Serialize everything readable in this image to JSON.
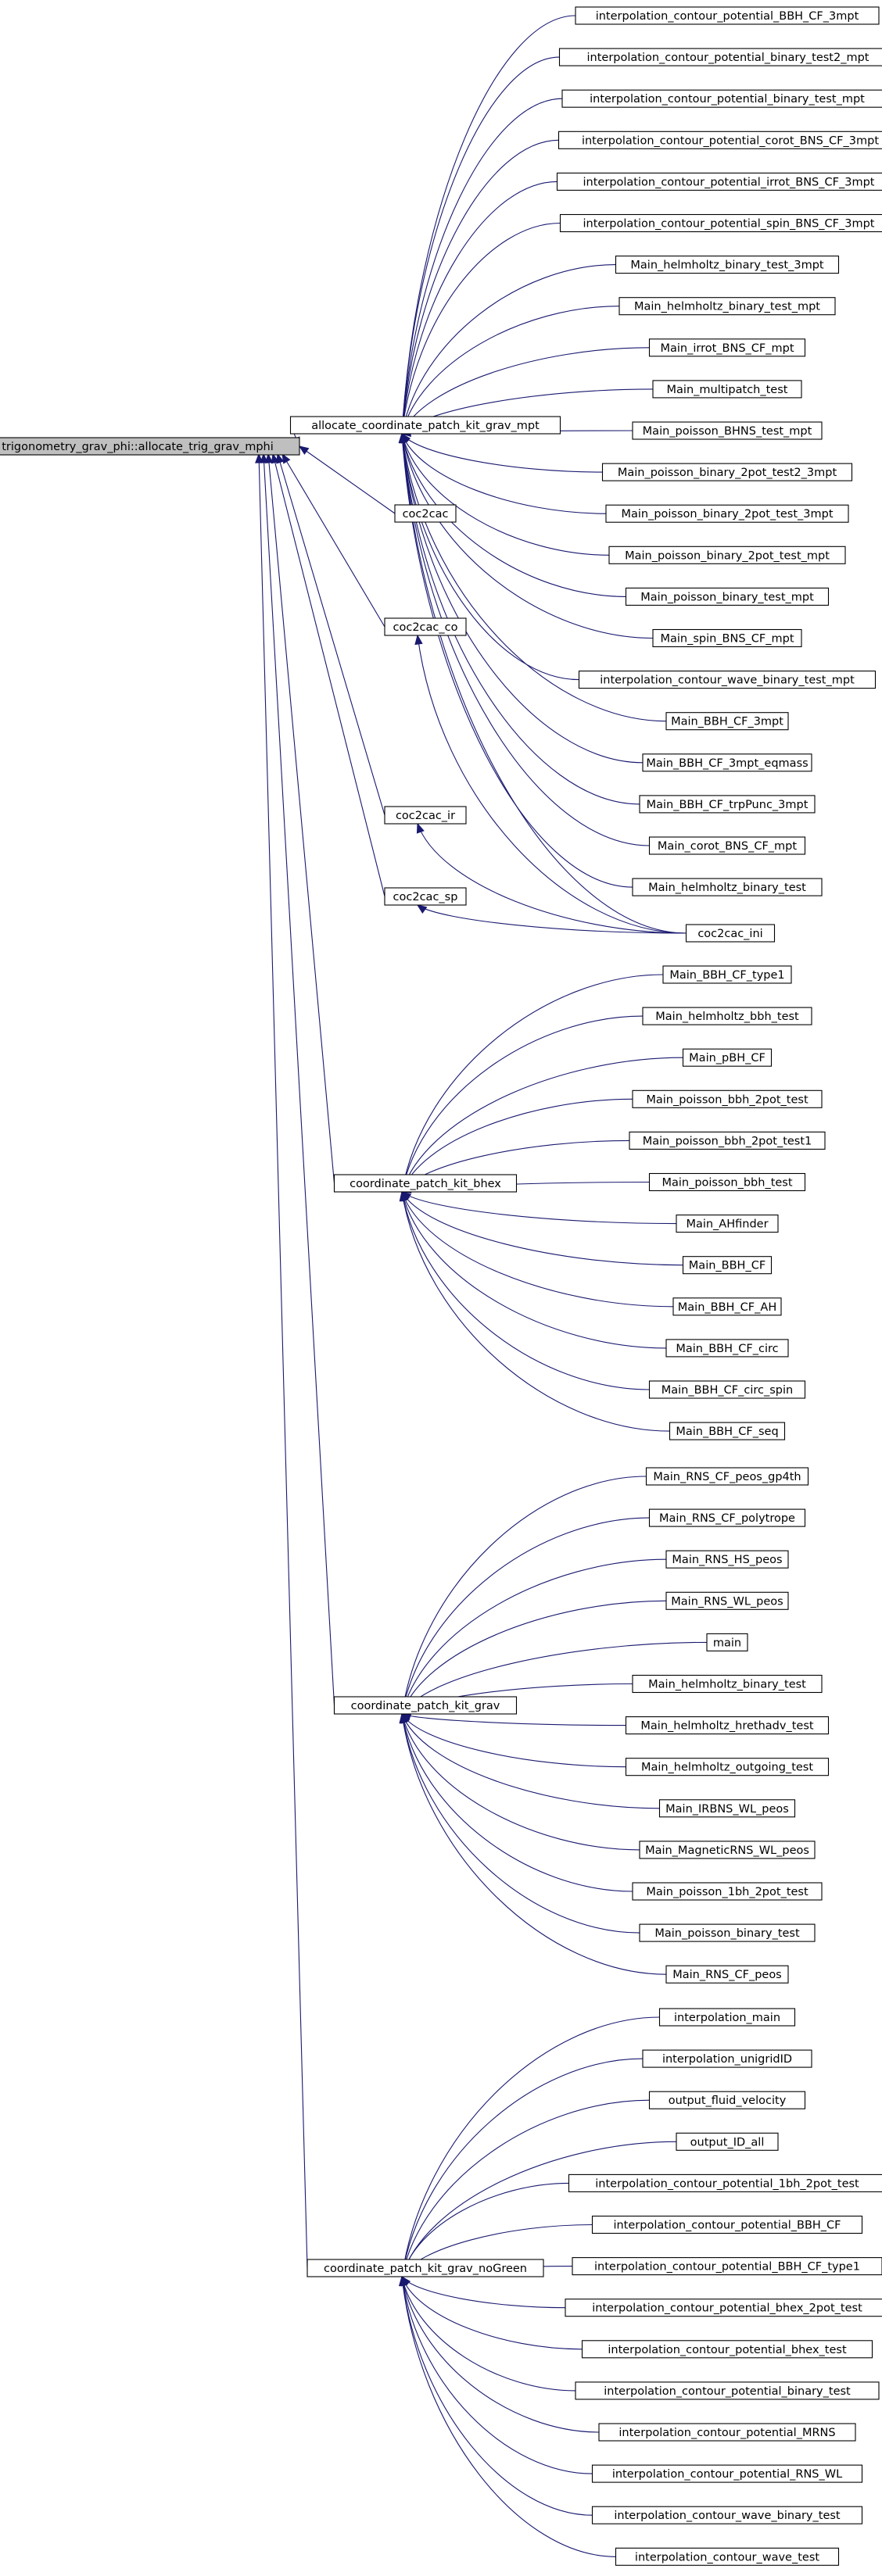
{
  "graph": {
    "root": "trigonometry_grav_phi::allocate_trig_grav_mphi",
    "groups": [
      {
        "parent": "allocate_coordinate_patch_kit_grav_mpt",
        "callers": [
          "interpolation_contour_potential_BBH_CF_3mpt",
          "interpolation_contour_potential_binary_test2_mpt",
          "interpolation_contour_potential_binary_test_mpt",
          "interpolation_contour_potential_corot_BNS_CF_3mpt",
          "interpolation_contour_potential_irrot_BNS_CF_3mpt",
          "interpolation_contour_potential_spin_BNS_CF_3mpt",
          "Main_helmholtz_binary_test_3mpt",
          "Main_helmholtz_binary_test_mpt",
          "Main_irrot_BNS_CF_mpt",
          "Main_multipatch_test",
          "Main_poisson_BHNS_test_mpt",
          "Main_poisson_binary_2pot_test2_3mpt",
          "Main_poisson_binary_2pot_test_3mpt",
          "Main_poisson_binary_2pot_test_mpt",
          "Main_poisson_binary_test_mpt",
          "Main_spin_BNS_CF_mpt",
          "interpolation_contour_wave_binary_test_mpt",
          "Main_BBH_CF_3mpt",
          "Main_BBH_CF_3mpt_eqmass",
          "Main_BBH_CF_trpPunc_3mpt",
          "Main_corot_BNS_CF_mpt",
          "Main_helmholtz_binary_test",
          "coc2cac_ini"
        ]
      },
      {
        "parent": "coc2cac",
        "callers": []
      },
      {
        "parent": "coc2cac_co",
        "callers": [
          "coc2cac_ini"
        ]
      },
      {
        "parent": "coc2cac_ir",
        "callers": [
          "coc2cac_ini"
        ]
      },
      {
        "parent": "coc2cac_sp",
        "callers": [
          "coc2cac_ini"
        ]
      },
      {
        "parent": "coordinate_patch_kit_bhex",
        "callers": [
          "Main_BBH_CF_type1",
          "Main_helmholtz_bbh_test",
          "Main_pBH_CF",
          "Main_poisson_bbh_2pot_test",
          "Main_poisson_bbh_2pot_test1",
          "Main_poisson_bbh_test",
          "Main_AHfinder",
          "Main_BBH_CF",
          "Main_BBH_CF_AH",
          "Main_BBH_CF_circ",
          "Main_BBH_CF_circ_spin",
          "Main_BBH_CF_seq"
        ]
      },
      {
        "parent": "coordinate_patch_kit_grav",
        "callers": [
          "Main_RNS_CF_peos_gp4th",
          "Main_RNS_CF_polytrope",
          "Main_RNS_HS_peos",
          "Main_RNS_WL_peos",
          "main",
          "Main_helmholtz_binary_test",
          "Main_helmholtz_hrethadv_test",
          "Main_helmholtz_outgoing_test",
          "Main_IRBNS_WL_peos",
          "Main_MagneticRNS_WL_peos",
          "Main_poisson_1bh_2pot_test",
          "Main_poisson_binary_test",
          "Main_RNS_CF_peos"
        ]
      },
      {
        "parent": "coordinate_patch_kit_grav_noGreen",
        "callers": [
          "interpolation_main",
          "interpolation_unigridID",
          "output_fluid_velocity",
          "output_ID_all",
          "interpolation_contour_potential_1bh_2pot_test",
          "interpolation_contour_potential_BBH_CF",
          "interpolation_contour_potential_BBH_CF_type1",
          "interpolation_contour_potential_bhex_2pot_test",
          "interpolation_contour_potential_bhex_test",
          "interpolation_contour_potential_binary_test",
          "interpolation_contour_potential_MRNS",
          "interpolation_contour_potential_RNS_WL",
          "interpolation_contour_wave_binary_test",
          "interpolation_contour_wave_test"
        ]
      }
    ],
    "colors": {
      "edge": "#191970",
      "root_fill": "#bfbfbf",
      "node_fill": "#ffffff",
      "node_border": "#000000"
    }
  }
}
